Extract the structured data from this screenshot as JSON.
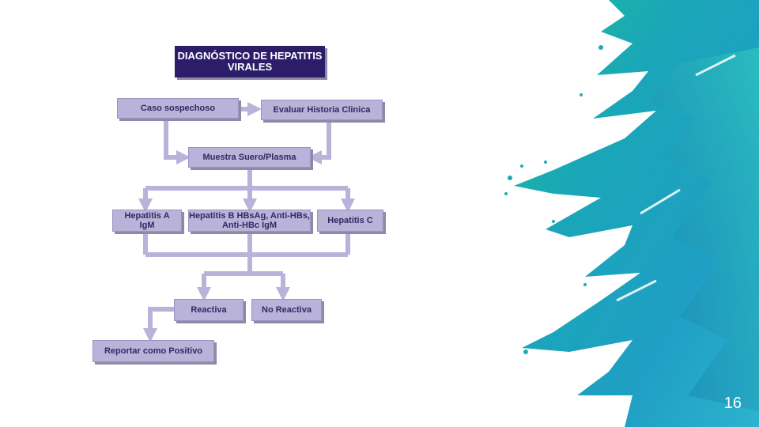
{
  "title": {
    "line1": "DIAGNÓSTICO DE HEPATITIS",
    "line2": "VIRALES"
  },
  "nodes": {
    "caso": "Caso sospechoso",
    "historia": "Evaluar Historia Clinica",
    "muestra": "Muestra Suero/Plasma",
    "hepA_line1": "Hepatitis A",
    "hepA_line2": "IgM",
    "hepB_line1": "Hepatitis B HBsAg, Anti-HBs,",
    "hepB_line2": "Anti-HBc IgM",
    "hepC": "Hepatitis C",
    "reactiva": "Reactiva",
    "no_reactiva": "No Reactiva",
    "reportar": "Reportar como Positivo"
  },
  "page_number": "16",
  "colors": {
    "box_fill": "#b9b3d9",
    "title_fill": "#2c1d6b",
    "connector": "#b9b3d9",
    "splash_teal": "#1f9fc4",
    "splash_green": "#1bbf9a"
  }
}
